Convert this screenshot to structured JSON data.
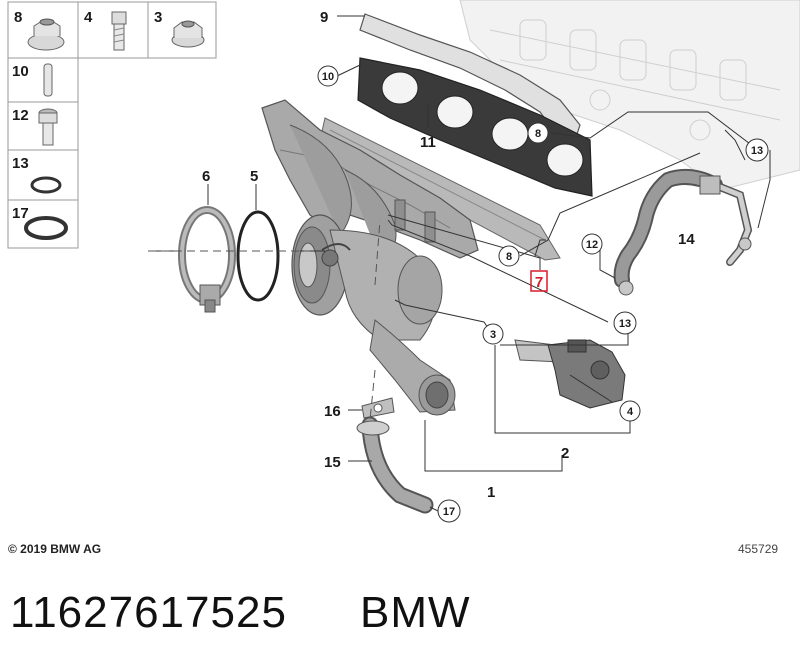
{
  "parts_legend": [
    {
      "num": "8",
      "icon": "flange-nut-icon"
    },
    {
      "num": "4",
      "icon": "socket-bolt-icon"
    },
    {
      "num": "3",
      "icon": "hex-nut-icon"
    },
    {
      "num": "10",
      "icon": "dowel-pin-icon"
    },
    {
      "num": "12",
      "icon": "banjo-bolt-icon"
    },
    {
      "num": "13",
      "icon": "o-ring-small-icon"
    },
    {
      "num": "17",
      "icon": "o-ring-large-icon"
    }
  ],
  "callouts": {
    "c1": "1",
    "c2": "2",
    "c3": "3",
    "c4": "4",
    "c5": "5",
    "c6": "6",
    "c7": "7",
    "c8a": "8",
    "c8b": "8",
    "c9": "9",
    "c10": "10",
    "c11": "11",
    "c12": "12",
    "c13a": "13",
    "c13b": "13",
    "c14": "14",
    "c15": "15",
    "c16": "16",
    "c17": "17"
  },
  "highlight_color": "#d81b2b",
  "copyright": "© 2019 BMW AG",
  "image_id": "455729",
  "part_number": "11627617525",
  "brand": "BMW"
}
